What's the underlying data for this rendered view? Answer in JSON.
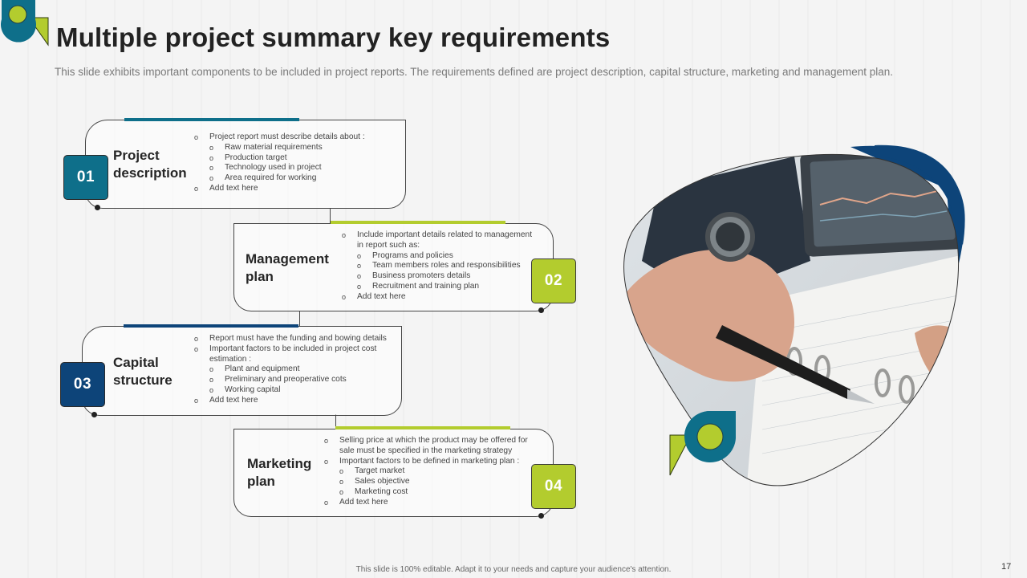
{
  "title": "Multiple project summary key requirements",
  "subtitle": "This slide exhibits important components to be included in project reports. The requirements defined are project description, capital structure, marketing and management plan.",
  "sections": [
    {
      "number": "01",
      "heading_line1": "Project",
      "heading_line2": "description",
      "bullets": [
        {
          "text": "Project report must describe details about :",
          "level": 1
        },
        {
          "text": "Raw material requirements",
          "level": 2
        },
        {
          "text": "Production target",
          "level": 2
        },
        {
          "text": "Technology used in project",
          "level": 2
        },
        {
          "text": "Area required for working",
          "level": 2
        },
        {
          "text": "Add text here",
          "level": 1
        }
      ]
    },
    {
      "number": "02",
      "heading_line1": "Management",
      "heading_line2": "plan",
      "bullets": [
        {
          "text": "Include important details related to management",
          "level": 1
        },
        {
          "text": "in report such as:",
          "level": 0
        },
        {
          "text": "Programs and policies",
          "level": 2
        },
        {
          "text": "Team members roles and responsibilities",
          "level": 2
        },
        {
          "text": "Business promoters details",
          "level": 2
        },
        {
          "text": "Recruitment and training plan",
          "level": 2
        },
        {
          "text": "Add text here",
          "level": 1
        }
      ]
    },
    {
      "number": "03",
      "heading_line1": "Capital",
      "heading_line2": "structure",
      "bullets": [
        {
          "text": "Report must have the funding and bowing details",
          "level": 1
        },
        {
          "text": "Important  factors to be included in project cost",
          "level": 1
        },
        {
          "text": "estimation  :",
          "level": 0
        },
        {
          "text": "Plant and equipment",
          "level": 2
        },
        {
          "text": "Preliminary  and preoperative cots",
          "level": 2
        },
        {
          "text": "Working capital",
          "level": 2
        },
        {
          "text": "Add text here",
          "level": 1
        }
      ]
    },
    {
      "number": "04",
      "heading_line1": "Marketing",
      "heading_line2": "plan",
      "bullets": [
        {
          "text": "Selling price at which the product may be offered for",
          "level": 1
        },
        {
          "text": "sale must be specified in the marketing strategy",
          "level": 0
        },
        {
          "text": "Important  factors to be defined in marketing plan :",
          "level": 1
        },
        {
          "text": "Target market",
          "level": 2
        },
        {
          "text": "Sales objective",
          "level": 2
        },
        {
          "text": "Marketing cost",
          "level": 2
        },
        {
          "text": "Add text here",
          "level": 1
        }
      ]
    }
  ],
  "footer": "This slide is 100% editable. Adapt it to your needs and capture your audience's attention.",
  "page_number": "17",
  "colors": {
    "teal": "#0e6f8a",
    "navy": "#0d4479",
    "lime": "#b3cc2e",
    "text_dark": "#222222"
  },
  "icons": [
    "logo-pin-icon",
    "location-pin-icon"
  ]
}
